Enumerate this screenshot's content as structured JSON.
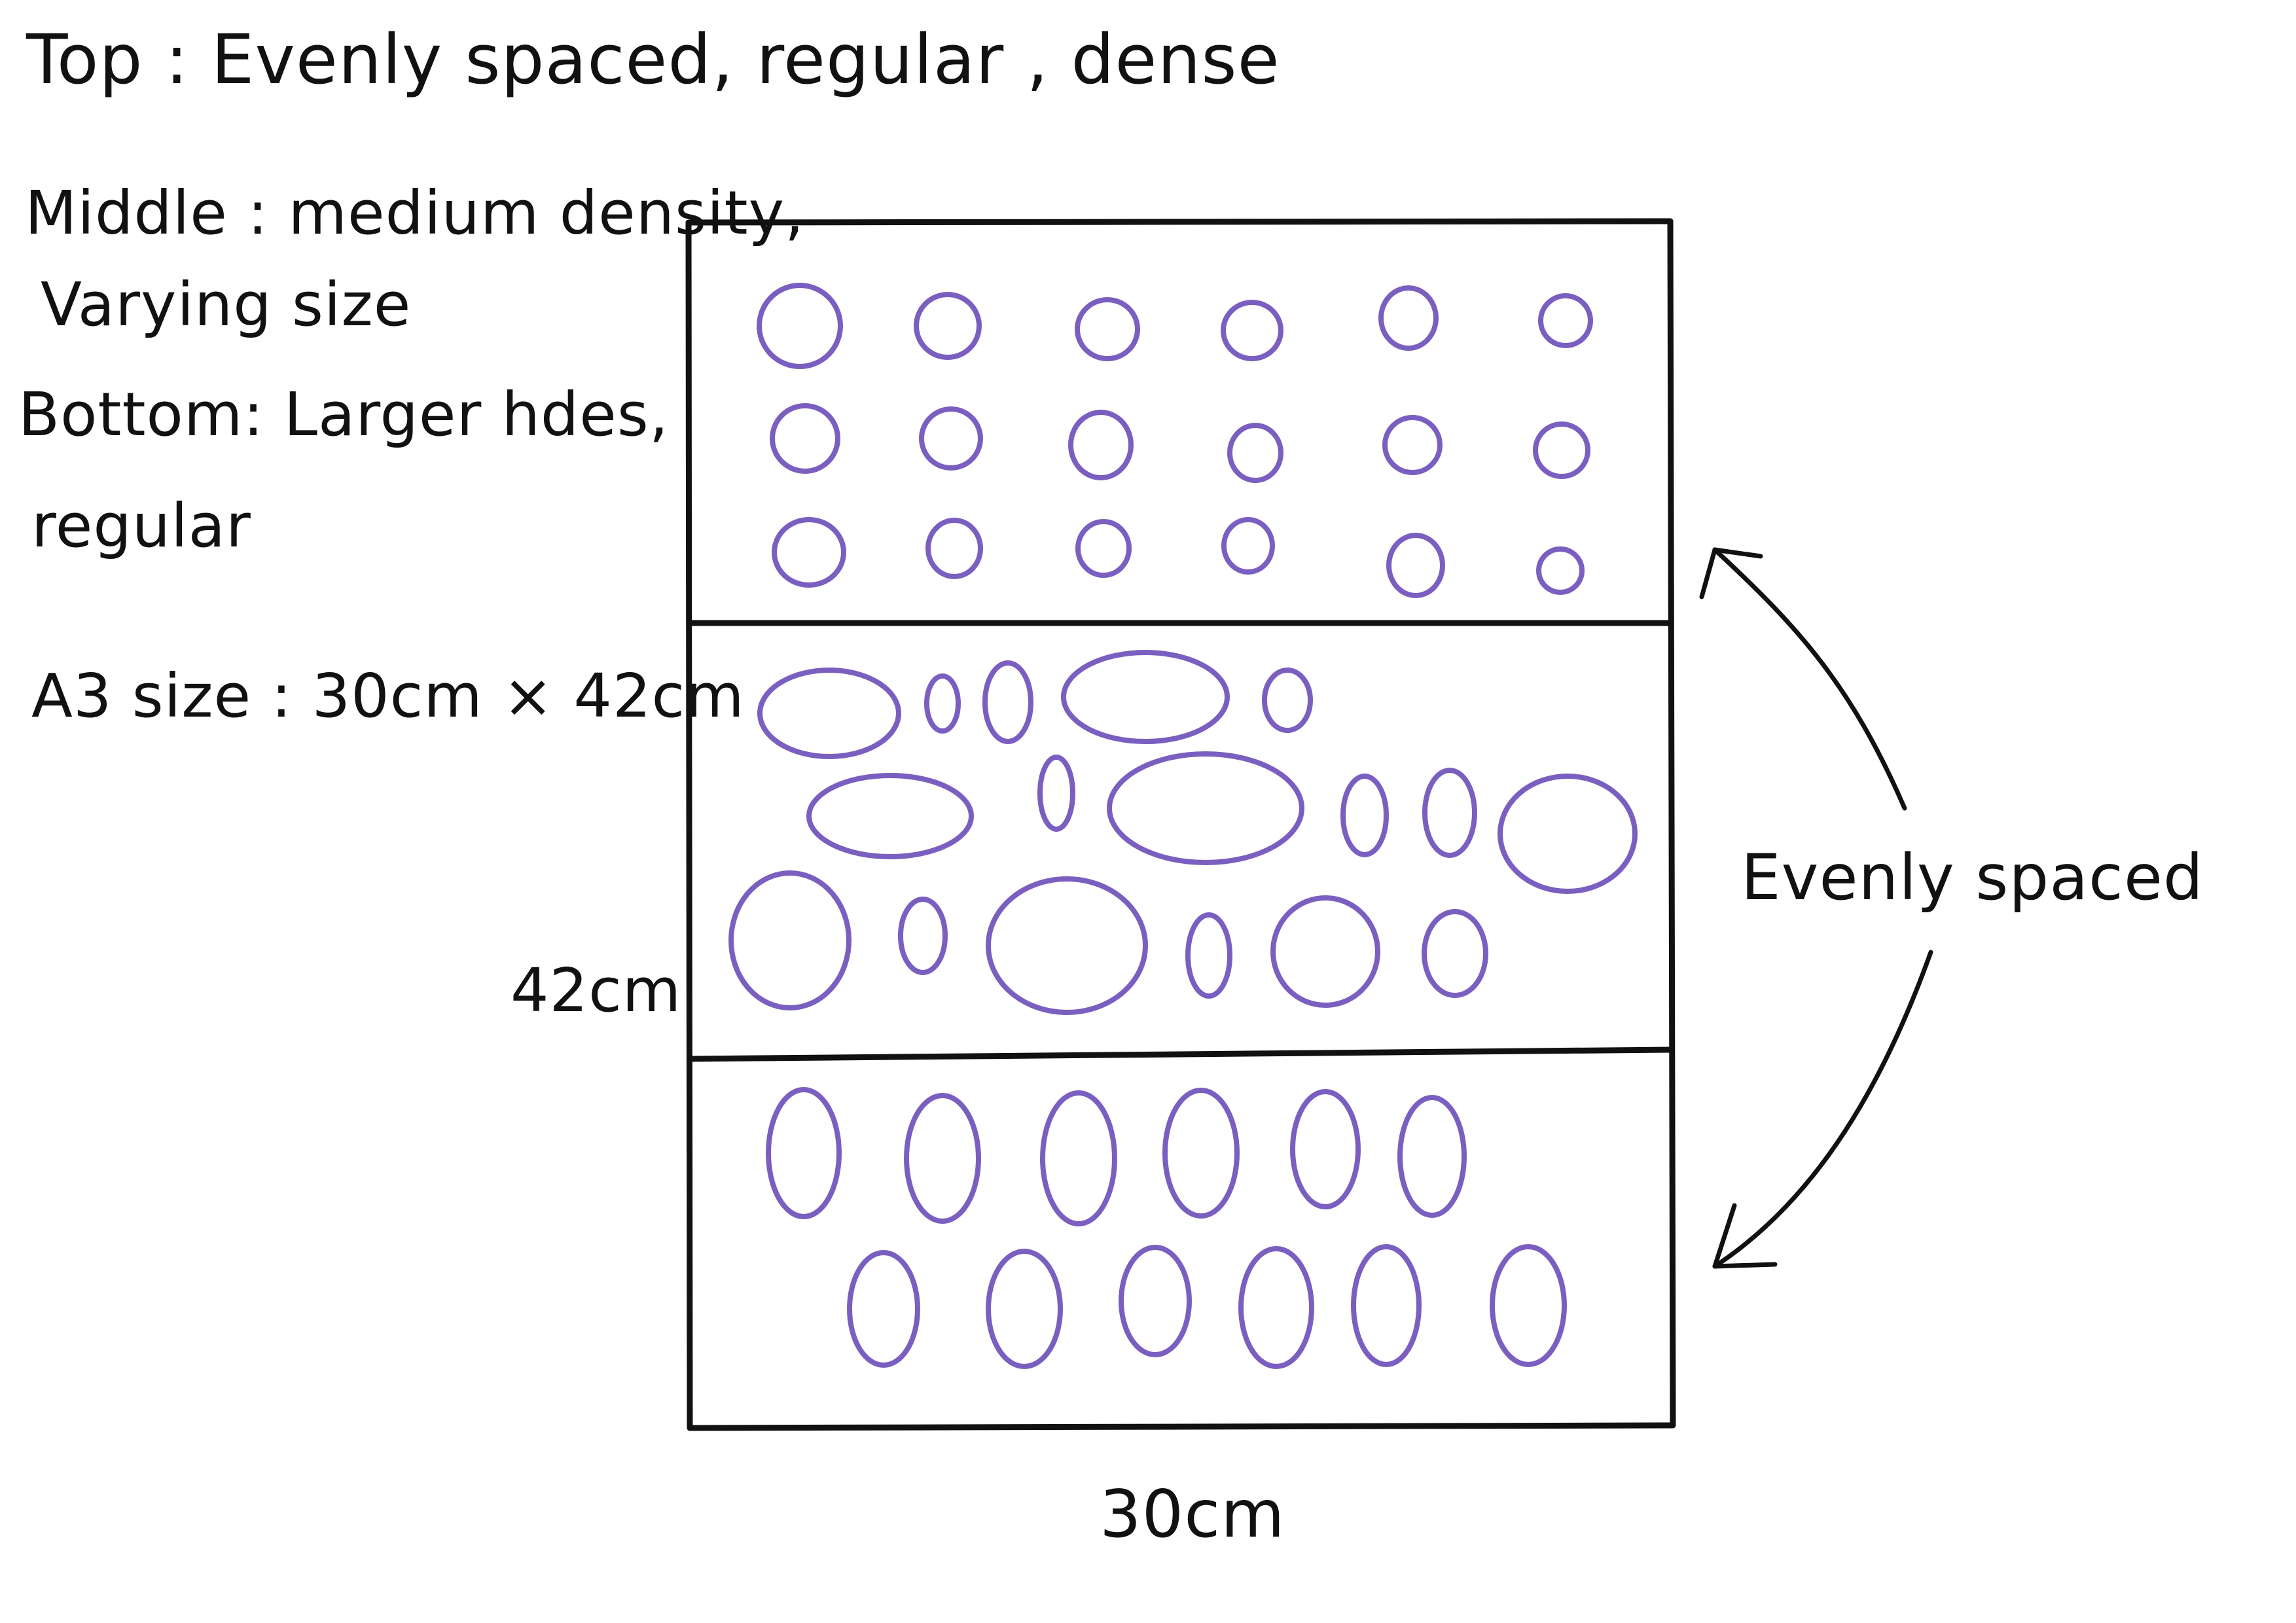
{
  "notes": {
    "top": "Top : Evenly spaced, regular , dense",
    "middle_line1": "Middle : medium density,",
    "middle_line2": "Varying size",
    "bottom_line1": "Bottom: Larger hdes,",
    "bottom_line2": "regular",
    "a3": "A3 size : 30cm × 42cm"
  },
  "dimensions": {
    "height": "42cm",
    "width": "30cm"
  },
  "annotation": {
    "spacing": "Evenly spaced"
  },
  "colors": {
    "hole_stroke": "#7b5fc0",
    "frame_stroke": "#111111"
  },
  "icons": {
    "up_arrow": "arrow-curved-up-icon",
    "down_arrow": "arrow-curved-down-icon"
  }
}
